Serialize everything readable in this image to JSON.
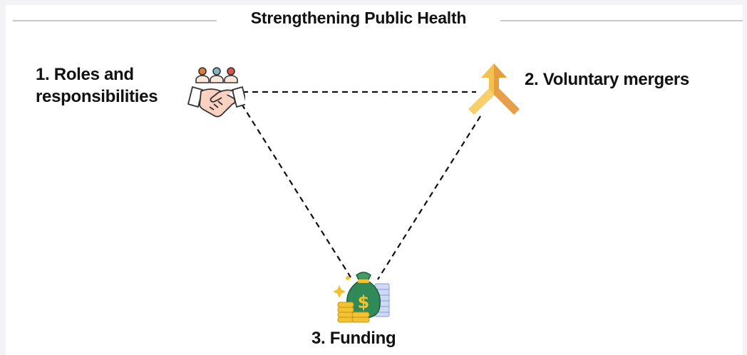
{
  "diagram": {
    "title": "Strengthening Public Health",
    "nodes": [
      {
        "id": "roles",
        "label": "1. Roles and\nresponsibilities",
        "icon": "handshake-icon"
      },
      {
        "id": "mergers",
        "label": "2. Voluntary mergers",
        "icon": "merge-arrows-icon"
      },
      {
        "id": "funding",
        "label": "3. Funding",
        "icon": "money-bag-icon"
      }
    ],
    "edges": [
      {
        "from": "roles",
        "to": "mergers",
        "style": "dashed"
      },
      {
        "from": "roles",
        "to": "funding",
        "style": "dashed"
      },
      {
        "from": "mergers",
        "to": "funding",
        "style": "dashed"
      }
    ]
  },
  "colors": {
    "background": "#f3f2f4",
    "canvas": "#ffffff",
    "title_rule": "#c9c9c9",
    "text": "#111111",
    "connector": "#111111",
    "merge_light": "#f4c04e",
    "merge_dark": "#e79a3f",
    "money_green": "#2f8a57",
    "coin_gold": "#f2c230",
    "handshake_skin": "#fbd2c2",
    "person_orange": "#e07b39",
    "person_teal": "#7fb8c2",
    "person_red": "#d9534f"
  }
}
